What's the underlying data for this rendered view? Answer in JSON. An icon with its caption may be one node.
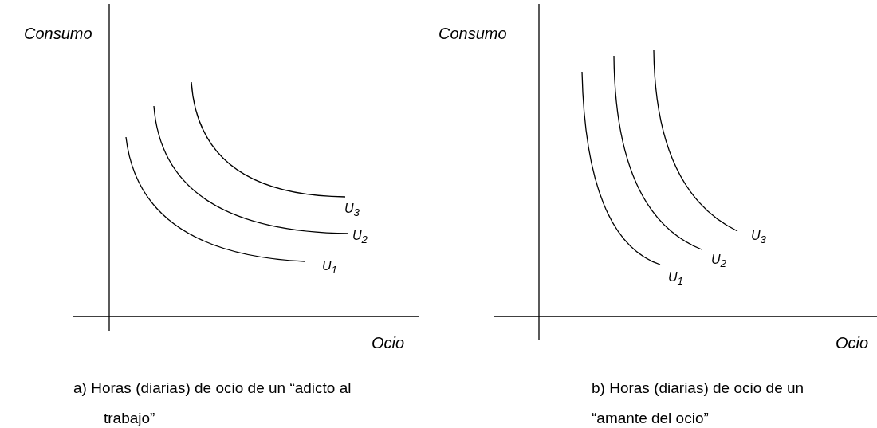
{
  "diagram": {
    "labels": [
      "Consumo",
      "U$_{3}$",
      "U$_{2}$",
      "U$_{1}$",
      "Ocio",
      "a) Horas (diarias) de ocio de un “adicto al trabajo”",
      "Consumo",
      "U$_{3}$",
      "U$_{2}$",
      "U$_{1}$",
      "Ocio",
      "b) Horas (diarias) de ocio de un “amante del ocio”"
    ]
  }
}
